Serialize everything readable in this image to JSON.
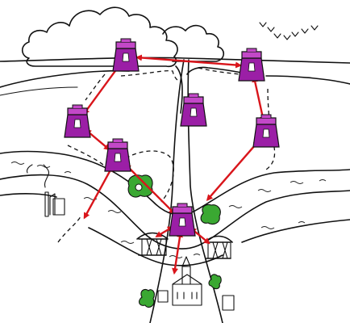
{
  "colors": {
    "tower_fill": "#9b1fa6",
    "tower_top": "#c348c8",
    "arrow": "#d9151b",
    "tree_fill": "#3aa832",
    "ink": "#111111",
    "background": "#ffffff"
  },
  "towers": [
    {
      "name": "tower-top-center"
    },
    {
      "name": "tower-top-right"
    },
    {
      "name": "tower-upper-left"
    },
    {
      "name": "tower-center"
    },
    {
      "name": "tower-right"
    },
    {
      "name": "tower-middle-left"
    },
    {
      "name": "tower-bottom-center"
    }
  ],
  "arrow_links": [
    {
      "from": "tower-top-center",
      "to": "tower-top-right"
    },
    {
      "from": "tower-top-right",
      "to": "tower-right"
    },
    {
      "from": "tower-top-center",
      "to": "tower-upper-left"
    },
    {
      "from": "tower-upper-left",
      "to": "tower-middle-left"
    },
    {
      "from": "tower-right",
      "to": "river-bank-right"
    },
    {
      "from": "tower-middle-left",
      "to": "tower-bottom-center"
    },
    {
      "from": "tower-middle-left",
      "to": "river-bank-left"
    },
    {
      "from": "tower-bottom-center",
      "to": "bridge-right"
    },
    {
      "from": "tower-bottom-center",
      "to": "bridge-left"
    },
    {
      "from": "tower-bottom-center",
      "to": "village"
    }
  ],
  "icons": {
    "clouds": "cloud-icon",
    "birds": "bird-icon",
    "factory": "factory-icon",
    "church": "church-icon",
    "bridge": "bridge-icon",
    "tree": "tree-icon"
  }
}
